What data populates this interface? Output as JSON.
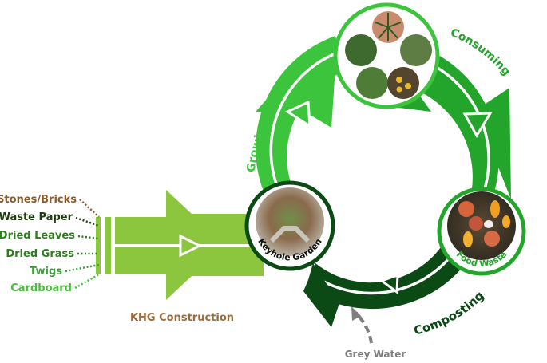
{
  "diagram": {
    "materials": [
      {
        "label": "Stones/Bricks",
        "color": "#8b5a2b"
      },
      {
        "label": "Waste Paper",
        "color": "#1f3d12"
      },
      {
        "label": "Dried Leaves",
        "color": "#2e7d1e"
      },
      {
        "label": "Dried Grass",
        "color": "#2e7d1e"
      },
      {
        "label": "Twigs",
        "color": "#3aa035"
      },
      {
        "label": "Cardboard",
        "color": "#4cbb3f"
      }
    ],
    "construction_label": "KHG Construction",
    "stages": {
      "growing": "Growing",
      "consuming": "Consuming",
      "composting": "Composting"
    },
    "nodes": {
      "keyhole_garden": "Keyhole Garden",
      "food_waste": "Food Waste"
    },
    "grey_water_label": "Grey Water",
    "colors": {
      "construction_arrow": "#8cc63f",
      "growing_arrow": "#3cc43c",
      "consuming_arrow": "#22a52a",
      "composting_arrow": "#0b4a14",
      "construction_text": "#9c6b3a",
      "grey_water": "#7f7f7f"
    }
  }
}
